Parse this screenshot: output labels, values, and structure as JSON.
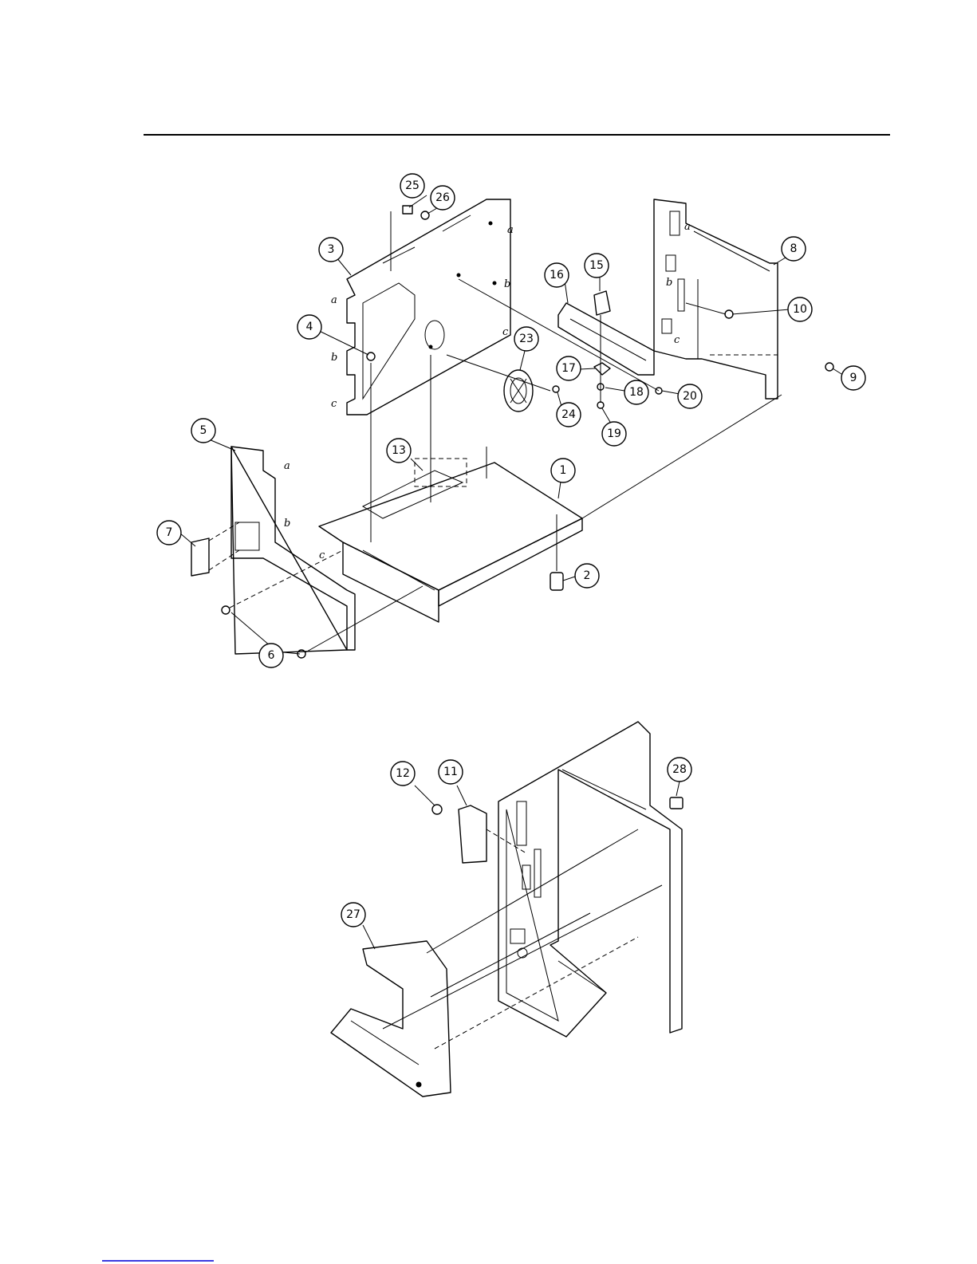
{
  "callouts": [
    "1",
    "2",
    "3",
    "4",
    "5",
    "6",
    "7",
    "8",
    "9",
    "10",
    "11",
    "12",
    "13",
    "15",
    "16",
    "17",
    "18",
    "19",
    "20",
    "23",
    "24",
    "25",
    "26",
    "27",
    "28"
  ],
  "letters": {
    "a": "a",
    "b": "b",
    "c": "c"
  }
}
